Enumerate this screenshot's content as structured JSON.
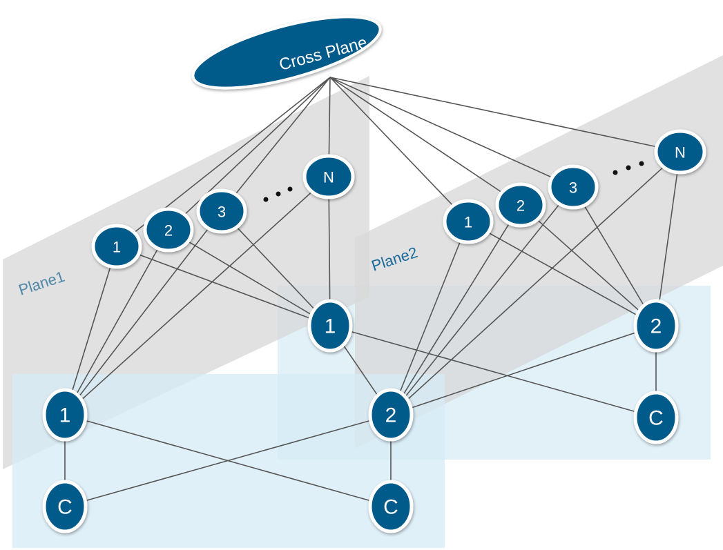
{
  "title": "Cross Plane",
  "colors": {
    "node_fill": "#035a8a",
    "node_stroke": "#ffffff",
    "plane_gray": "#d9d9d9",
    "pod_blue": "#d6ebf5",
    "edge": "#555555",
    "label_plane1": "#4f87a8",
    "label_plane2": "#1b6a9a"
  },
  "planes": [
    {
      "id": "plane1",
      "label": "Plane1",
      "spine_labels": [
        "1",
        "2",
        "3",
        "N"
      ],
      "ellipsis": "..."
    },
    {
      "id": "plane2",
      "label": "Plane2",
      "spine_labels": [
        "1",
        "2",
        "3",
        "N"
      ],
      "ellipsis": "..."
    }
  ],
  "pods": [
    {
      "id": "pod-left",
      "leaves": [
        {
          "id": "L1",
          "label": "1"
        },
        {
          "id": "L2",
          "label": "2"
        }
      ],
      "clients": [
        {
          "id": "LC1",
          "label": "C"
        },
        {
          "id": "LC2",
          "label": "C"
        }
      ]
    },
    {
      "id": "pod-right",
      "leaves": [
        {
          "id": "R1",
          "label": "1"
        },
        {
          "id": "R2",
          "label": "2"
        }
      ],
      "clients": [
        {
          "id": "RC",
          "label": "C"
        }
      ]
    }
  ],
  "nodes": {
    "P1S1": "1",
    "P1S2": "2",
    "P1S3": "3",
    "P1SN": "N",
    "P2S1": "1",
    "P2S2": "2",
    "P2S3": "3",
    "P2SN": "N",
    "L1": "1",
    "L2": "2",
    "LC1": "C",
    "LC2": "C",
    "R1": "1",
    "R2": "2",
    "RC": "C"
  },
  "edges": [
    [
      "X",
      "P1S1"
    ],
    [
      "X",
      "P1S2"
    ],
    [
      "X",
      "P1S3"
    ],
    [
      "X",
      "P1SN"
    ],
    [
      "X",
      "P2S1"
    ],
    [
      "X",
      "P2S2"
    ],
    [
      "X",
      "P2S3"
    ],
    [
      "X",
      "P2SN"
    ],
    [
      "P1S1",
      "L1"
    ],
    [
      "P1S2",
      "L1"
    ],
    [
      "P1S3",
      "L1"
    ],
    [
      "P1SN",
      "L1"
    ],
    [
      "P1S1",
      "R1"
    ],
    [
      "P1S2",
      "R1"
    ],
    [
      "P1S3",
      "R1"
    ],
    [
      "P1SN",
      "R1"
    ],
    [
      "P2S1",
      "L2"
    ],
    [
      "P2S2",
      "L2"
    ],
    [
      "P2S3",
      "L2"
    ],
    [
      "P2SN",
      "L2"
    ],
    [
      "P2S1",
      "R2"
    ],
    [
      "P2S2",
      "R2"
    ],
    [
      "P2S3",
      "R2"
    ],
    [
      "P2SN",
      "R2"
    ],
    [
      "L1",
      "LC1"
    ],
    [
      "L1",
      "LC2"
    ],
    [
      "L2",
      "LC1"
    ],
    [
      "L2",
      "LC2"
    ],
    [
      "R1",
      "RC"
    ],
    [
      "R2",
      "RC"
    ],
    [
      "R1",
      "L2"
    ],
    [
      "R2",
      "L2"
    ]
  ]
}
